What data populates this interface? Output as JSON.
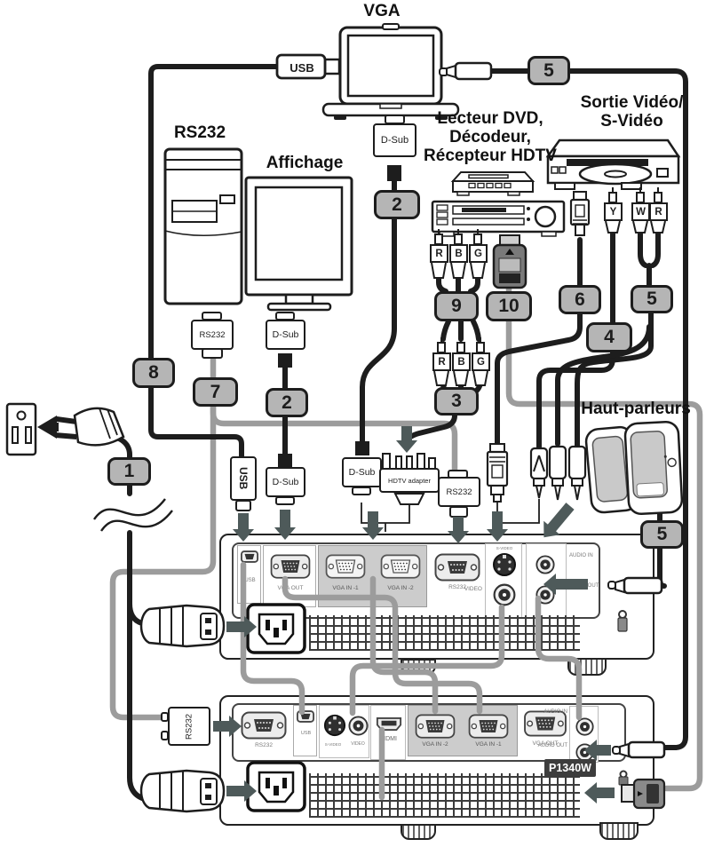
{
  "labels": {
    "vga": "VGA",
    "rs232": "RS232",
    "affichage": "Affichage",
    "lecteur_1": "Lecteur DVD,",
    "lecteur_2": "Décodeur,",
    "lecteur_3": "Récepteur HDTV",
    "sortie_1": "Sortie Vidéo/",
    "sortie_2": "S-Vidéo",
    "haut_parleurs": "Haut-parleurs"
  },
  "badges": {
    "n1": "1",
    "n2": "2",
    "n3": "3",
    "n4": "4",
    "n5": "5",
    "n6": "6",
    "n7": "7",
    "n8": "8",
    "n9": "9",
    "n10": "10"
  },
  "connectors": {
    "usb": "USB",
    "dsub": "D-Sub",
    "rs232": "RS232",
    "hdtv_adapter": "HDTV adapter",
    "r": "R",
    "b": "B",
    "g": "G",
    "y": "Y",
    "w": "W"
  },
  "panel1": {
    "usb": "USB",
    "vga_out": "VGA OUT",
    "vga_in1": "VGA IN -1",
    "vga_in2": "VGA IN -2",
    "rs232": "RS232",
    "s_video": "S-VIDEO",
    "video": "VIDEO",
    "audio_in": "AUDIO IN",
    "audio_out": "AUDIO OUT"
  },
  "panel2": {
    "rs232": "RS232",
    "usb": "USB",
    "s_video": "S-VIDEO",
    "video": "VIDEO",
    "hdmi": "HDMI",
    "vga_in2": "VGA IN -2",
    "vga_in1": "VGA IN -1",
    "vga_out": "VGA OUT",
    "audio_in": "AUDIO IN",
    "audio_out": "AUDIO OUT",
    "model": "P1340W"
  },
  "colors": {
    "badge_fill": "#b5b5b5",
    "cable_black": "#1d1d1d",
    "cable_gray": "#9c9c9c",
    "arrow": "#4e5a5a",
    "panel_highlight": "#cccccc"
  }
}
